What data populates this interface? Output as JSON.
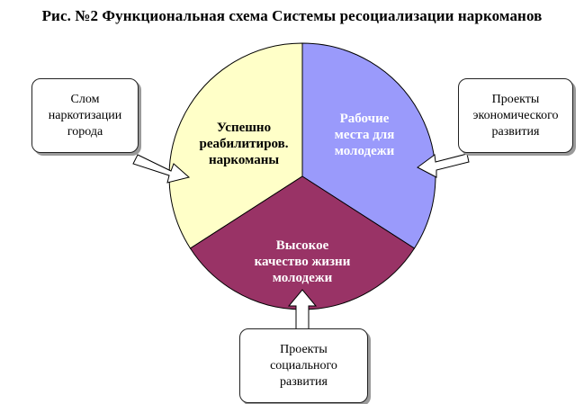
{
  "title": "Рис. №2 Функциональная схема Системы ресоциализации наркоманов",
  "segments": {
    "top_left": {
      "label": "Успешно\nреабилитиров.\nнаркоманы",
      "color": "#ffffc8"
    },
    "top_right": {
      "label": "Рабочие\nместа для\nмолодежи",
      "color": "#9a9afb"
    },
    "bottom": {
      "label": "Высокое\nкачество жизни\nмолодежи",
      "color": "#993366"
    }
  },
  "boxes": {
    "left": "Слом\nнаркотизации\nгорода",
    "right": "Проекты\nэкономического\nразвития",
    "bottom": "Проекты\nсоциального\nразвития"
  }
}
